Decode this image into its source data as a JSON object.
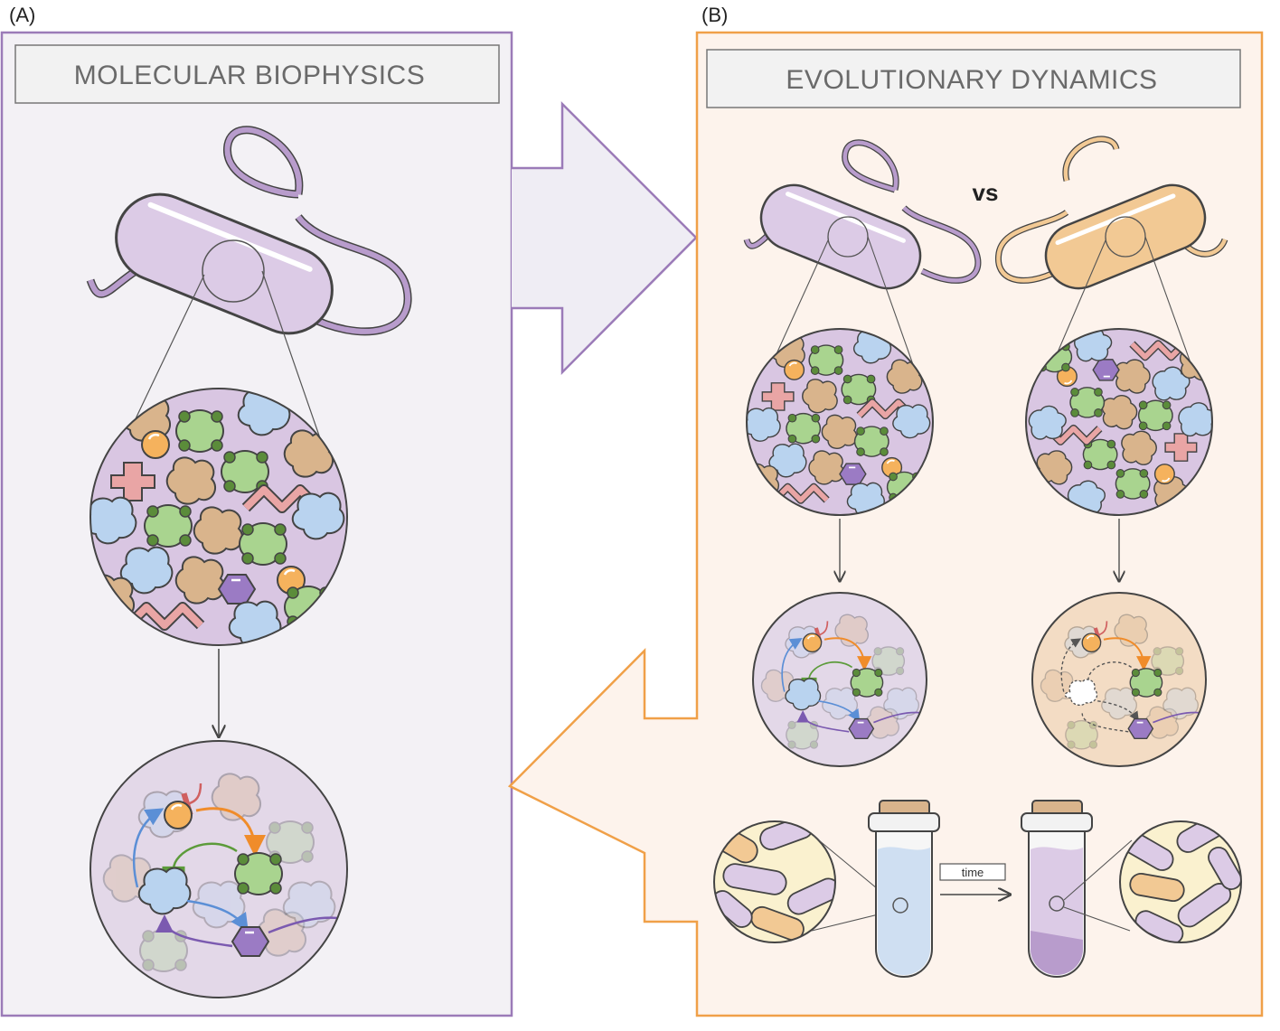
{
  "panel_a": {
    "letter": "(A)",
    "title": "MOLECULAR BIOPHYSICS",
    "colors": {
      "border": "#9b7bb8",
      "fill": "#f3f1f5"
    }
  },
  "panel_b": {
    "letter": "(B)",
    "title": "EVOLUTIONARY DYNAMICS",
    "vs_label": "vs",
    "time_label": "time",
    "colors": {
      "border": "#f0a048",
      "fill": "#fdf3ec"
    }
  },
  "palette": {
    "purple_cell": "#dccbe6",
    "orange_cell": "#f2c994",
    "protein_blue": "#b9d3ef",
    "protein_green": "#a9d48f",
    "protein_tan": "#d9b48c",
    "protein_pink": "#e9a5a5",
    "metabolite_orange": "#f5b25d",
    "metabolite_purple": "#9b7bc4",
    "arrow_blue": "#5b8fd6",
    "arrow_orange": "#f08c2a",
    "arrow_green": "#5c9b3a",
    "arrow_purple": "#7b5ab0",
    "arrow_red": "#d06060"
  }
}
